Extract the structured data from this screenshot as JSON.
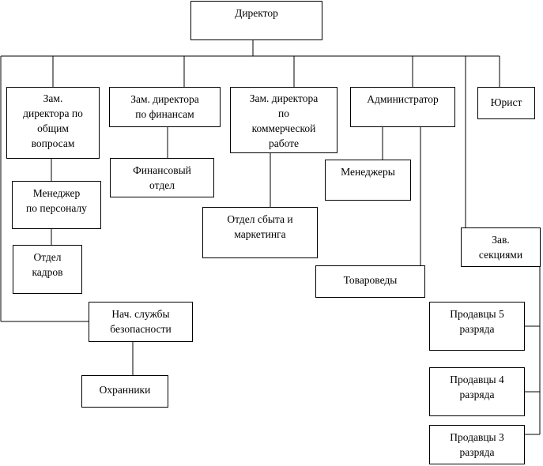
{
  "boxes": {
    "director": "Директор",
    "deputy_general": "Зам.\nдиректора по\nобщим\nвопросам",
    "hr_manager": "Менеджер\nпо персоналу",
    "hr_dept": "Отдел\nкадров",
    "security_head": "Нач. службы\nбезопасности",
    "guards": "Охранники",
    "deputy_finance": "Зам. директора\nпо финансам",
    "finance_dept": "Финансовый\nотдел",
    "deputy_commercial": "Зам. директора\nпо\nкоммерческой\nработе",
    "sales_marketing": "Отдел сбыта и\nмаркетинга",
    "administrator": "Администратор",
    "managers": "Менеджеры",
    "merchandisers": "Товароведы",
    "lawyer": "Юрист",
    "section_head": "Зав.\nсекциями",
    "sellers_5": "Продавцы 5\nразряда",
    "sellers_4": "Продавцы 4\nразряда",
    "sellers_3": "Продавцы 3\nразряда"
  }
}
